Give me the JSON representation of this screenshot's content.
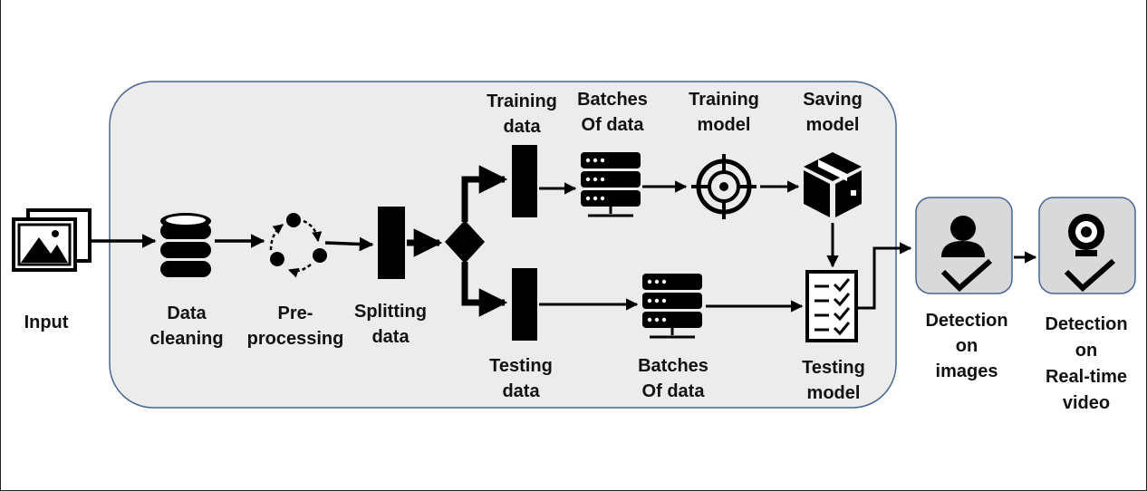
{
  "labels": {
    "input": "Input",
    "data_cleaning": "Data\ncleaning",
    "pre_processing": "Pre-\nprocessing",
    "splitting_data": "Splitting\ndata",
    "training_data": "Training\ndata",
    "batches_train": "Batches\nOf data",
    "training_model": "Training\nmodel",
    "saving_model": "Saving\nmodel",
    "testing_data": "Testing\ndata",
    "batches_test": "Batches\nOf data",
    "testing_model": "Testing\nmodel",
    "detection_images": "Detection\non\nimages",
    "detection_video": "Detection\non\nReal-time\nvideo"
  },
  "colors": {
    "panel_fill": "#ececec",
    "panel_border": "#4a6591",
    "card_fill": "#d9d9d9",
    "card_border": "#4a6591",
    "ink": "#000000"
  },
  "icons": [
    "image-gallery-icon",
    "database-icon",
    "cycle-icon",
    "splitter-bar-icon",
    "decision-diamond-icon",
    "server-icon",
    "target-icon",
    "box-icon",
    "checklist-icon",
    "person-check-icon",
    "webcam-check-icon"
  ]
}
